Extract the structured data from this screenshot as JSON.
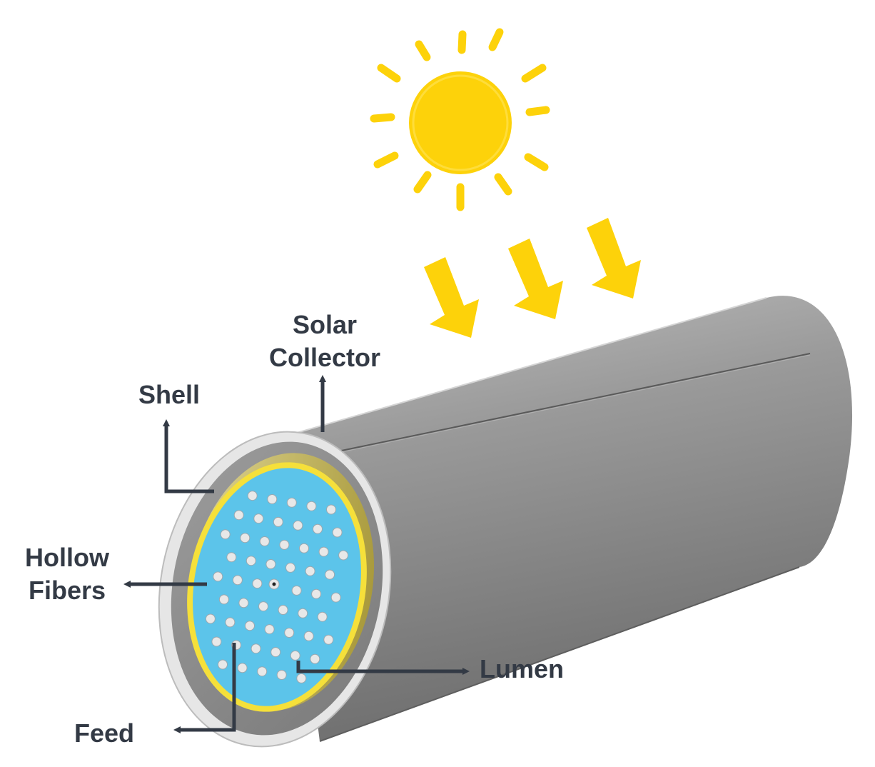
{
  "labels": {
    "solar_collector_line1": "Solar",
    "solar_collector_line2": "Collector",
    "shell": "Shell",
    "hollow_fibers_line1": "Hollow",
    "hollow_fibers_line2": "Fibers",
    "lumen": "Lumen",
    "feed": "Feed"
  },
  "colors": {
    "sun": "#fdd20a",
    "tube": "#8a8a8a",
    "shell_rim": "#e6e6e6",
    "inner_liner": "#e6d98a",
    "fiber_bundle": "#5cc4ea",
    "bundle_ring": "#f5e03a",
    "fiber_hole": "#e8e8e8",
    "leader_lines": "#333a45"
  },
  "icons": {
    "sun": "sun-icon",
    "sunlight_arrows": "arrow-down-icon"
  }
}
